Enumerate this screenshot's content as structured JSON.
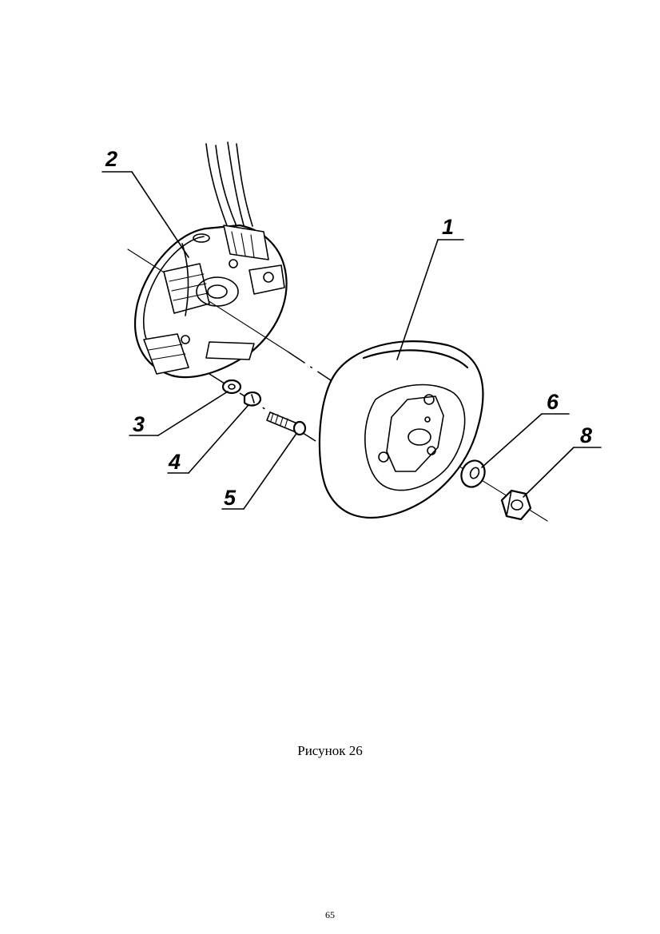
{
  "figure": {
    "callouts": {
      "c1": "1",
      "c2": "2",
      "c3": "3",
      "c4": "4",
      "c5": "5",
      "c6": "6",
      "c8": "8"
    }
  },
  "caption": "Рисунок 26",
  "page_number": "65"
}
